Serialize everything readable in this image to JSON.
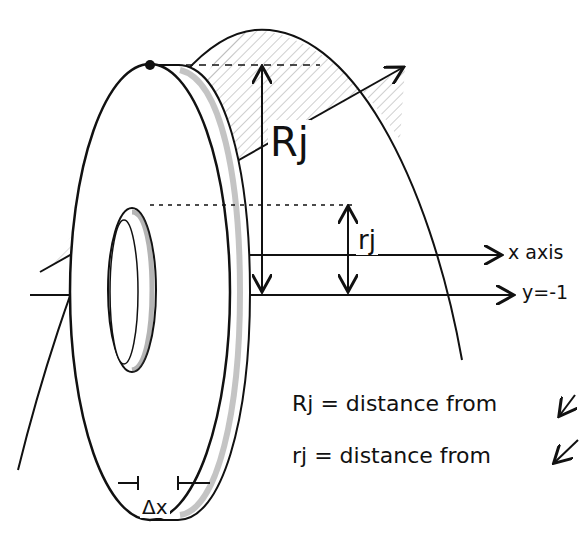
{
  "diagram": {
    "labels": [
      "Rj",
      "rj",
      "x axis",
      "y=-1",
      "Rj = distance from",
      "rj = distance from",
      "Δx"
    ]
  }
}
